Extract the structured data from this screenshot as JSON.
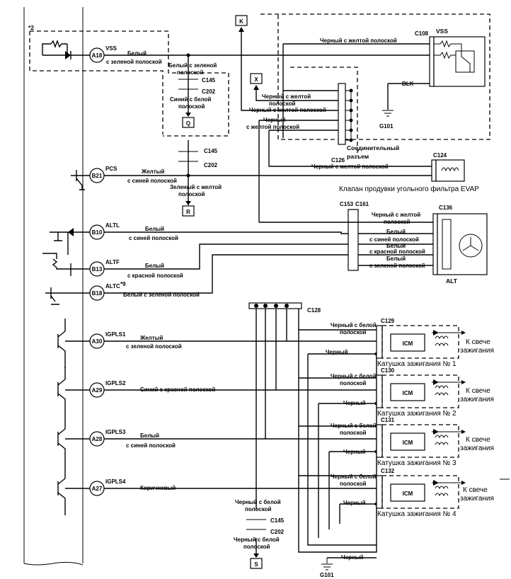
{
  "marks": {
    "ecm_note": "*2",
    "altc_note": "*9"
  },
  "pins": [
    {
      "id": "A18",
      "signal": "VSS"
    },
    {
      "id": "B21",
      "signal": "PCS"
    },
    {
      "id": "B10",
      "signal": "ALTL"
    },
    {
      "id": "B13",
      "signal": "ALTF"
    },
    {
      "id": "B18",
      "signal": "ALTC"
    },
    {
      "id": "A30",
      "signal": "IGPLS1"
    },
    {
      "id": "A29",
      "signal": "IGPLS2"
    },
    {
      "id": "A28",
      "signal": "IGPLS3"
    },
    {
      "id": "A27",
      "signal": "IGPLS4"
    }
  ],
  "wires": {
    "vss_1": "Белый",
    "vss_2": "с зеленой полоской",
    "vss_c145_1": "Белый с зеленой",
    "vss_c145_2": "полоской",
    "vss_c202_1": "Синий с белой",
    "vss_c202_2": "полоской",
    "blk_yel": "Черный с желтой полоской",
    "blk": "BLK",
    "x_1": "Черный с желтой",
    "x_2": "полоской",
    "k_wire": "Черный с желтой полоской",
    "c_1": "Черный",
    "c_2": "с желтой полоской",
    "c126_c124": "Черный с желтой полоской",
    "pcs_1": "Желтый",
    "pcs_2": "с синей полоской",
    "pcs_down_1": "Зеленый с желтой",
    "pcs_down_2": "полоской",
    "alt_top_1": "Черный с желтой",
    "alt_top_2": "полоской",
    "altl_1": "Белый",
    "altl_2": "с синей полоской",
    "altf_1": "Белый",
    "altf_2": "с красной полоской",
    "altc": "Белый с зеленой полоской",
    "r_1": "Белый",
    "r_2": "с синей полоской",
    "r_3": "Белый",
    "r_4": "с красной полоской",
    "r_5": "Белый",
    "r_6": "с зеленой полоской",
    "ig1_1": "Желтый",
    "ig1_2": "с зеленой полоской",
    "ig2": "Синий с красной полоской",
    "ig3_1": "Белый",
    "ig3_2": "с синей полоской",
    "ig4": "Коричневый",
    "coil_in_1": "Черный с белой",
    "coil_in_2": "полоской",
    "coil_gnd": "Черный",
    "s_1": "Черный с белой",
    "s_2": "полоской",
    "s_3": "Черный с белой",
    "s_4": "полоской",
    "gnd_bottom": "Черный"
  },
  "connectors": {
    "c108": "C108",
    "c145": "C145",
    "c202": "C202",
    "c126": "C126",
    "c124": "C124",
    "c153": "C153",
    "c161": "C161",
    "c136": "C136",
    "c128": "C128",
    "c129": "C129",
    "c130": "C130",
    "c131": "C131",
    "c132": "C132",
    "g101": "G101"
  },
  "refs": {
    "k": "K",
    "x": "X",
    "q": "Q",
    "r": "R",
    "s": "S"
  },
  "components": {
    "vss": "VSS",
    "alt": "ALT",
    "icm": "ICM",
    "joint_1": "Соединительный",
    "joint_2": "разъем",
    "evap": "Клапан продувки угольного фильтра EVAP"
  },
  "coils": [
    {
      "label": "Катушка зажигания № 1",
      "to_1": "К свече",
      "to_2": "зажигания"
    },
    {
      "label": "Катушка зажигания № 2",
      "to_1": "К свече",
      "to_2": "зажигания"
    },
    {
      "label": "Катушка зажигания № 3",
      "to_1": "К свече",
      "to_2": "зажигания"
    },
    {
      "label": "Катушка зажигания № 4",
      "to_1": "К свече",
      "to_2": "зажигания"
    }
  ]
}
